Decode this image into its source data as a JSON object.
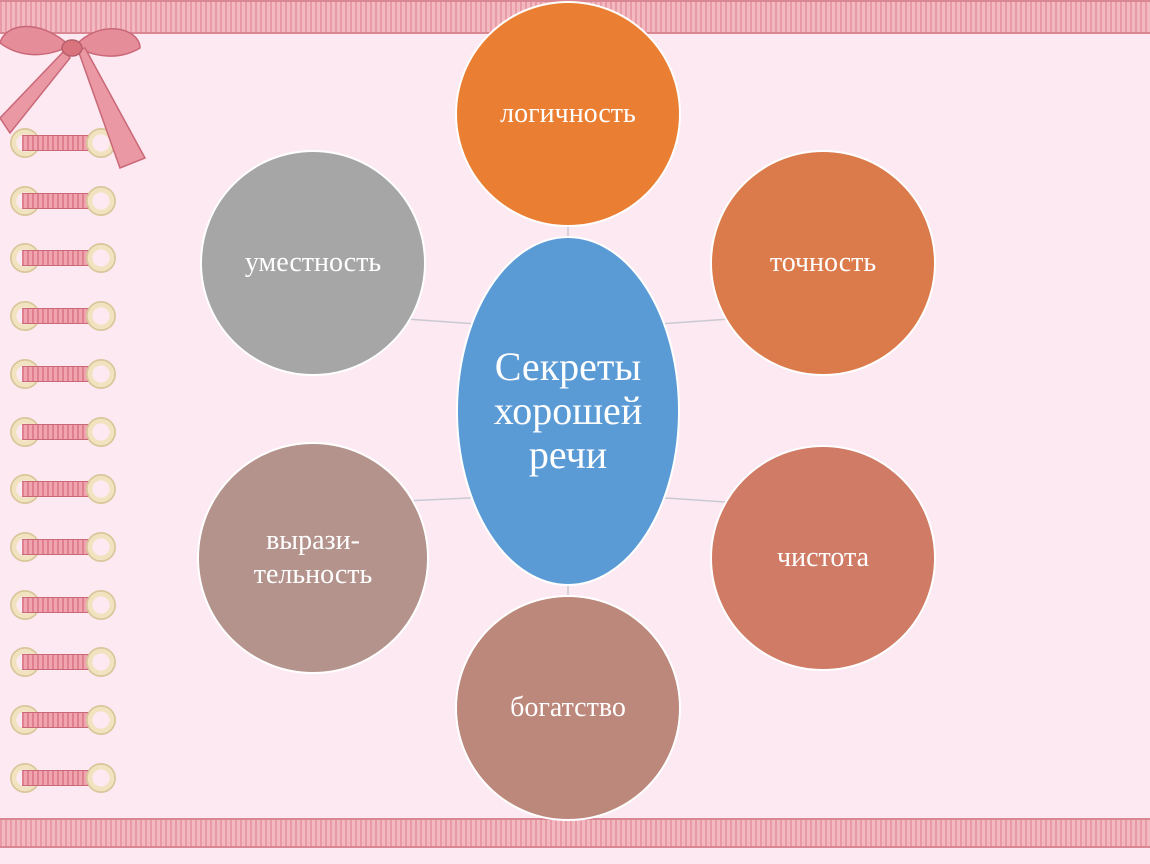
{
  "diagram": {
    "center": {
      "text": "Секреты хорошей речи",
      "color": "#5b9bd5"
    },
    "nodes": [
      {
        "id": "logic",
        "text": "логичность",
        "color": "#ea7f33"
      },
      {
        "id": "precision",
        "text": "точность",
        "color": "#db7a4a"
      },
      {
        "id": "purity",
        "text": "чистота",
        "color": "#cf7b66"
      },
      {
        "id": "richness",
        "text": "богатство",
        "color": "#bc887b"
      },
      {
        "id": "expressiveness",
        "text": "вырази-\nтельность",
        "color": "#b4938d"
      },
      {
        "id": "appropriateness",
        "text": "уместность",
        "color": "#a6a6a6"
      }
    ]
  }
}
